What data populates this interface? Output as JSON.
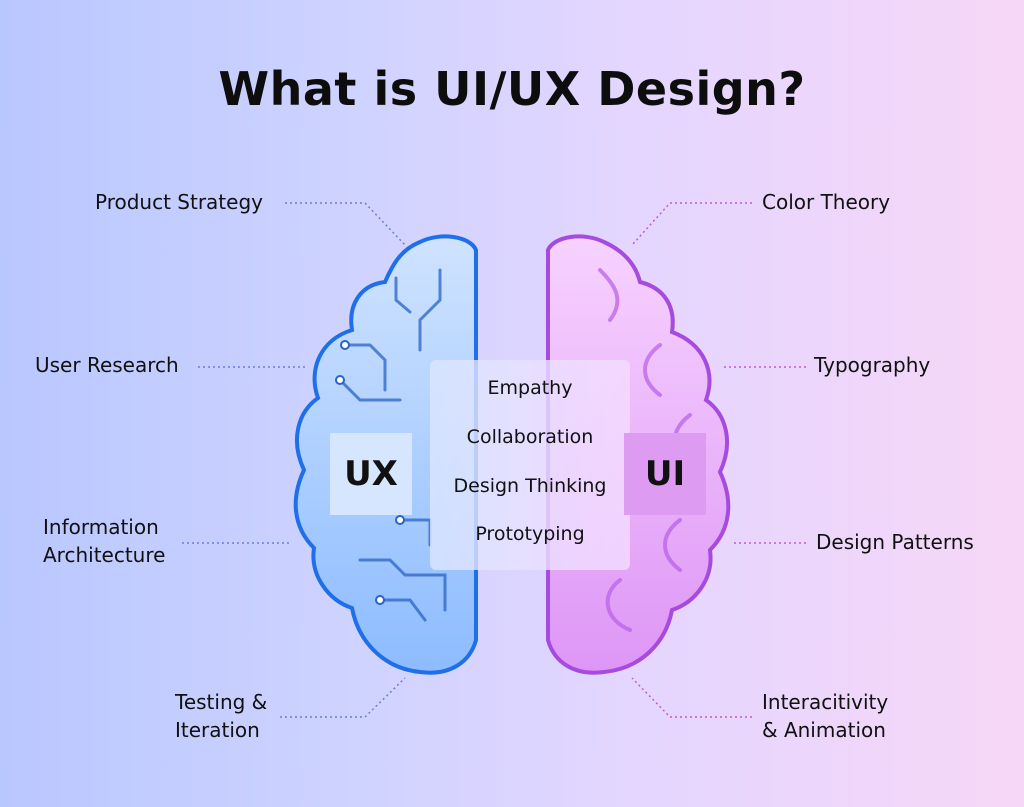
{
  "title": "What is UI/UX Design?",
  "ux_side": {
    "badge": "UX",
    "labels": [
      {
        "lines": [
          "Product Strategy"
        ]
      },
      {
        "lines": [
          "User Research"
        ]
      },
      {
        "lines": [
          "Information",
          "Architecture"
        ]
      },
      {
        "lines": [
          "Testing &",
          "Iteration"
        ]
      }
    ]
  },
  "ui_side": {
    "badge": "UI",
    "labels": [
      {
        "lines": [
          "Color Theory"
        ]
      },
      {
        "lines": [
          "Typography"
        ]
      },
      {
        "lines": [
          "Design Patterns"
        ]
      },
      {
        "lines": [
          "Interacitivity",
          "& Animation"
        ]
      }
    ]
  },
  "shared": [
    "Empathy",
    "Collaboration",
    "Design Thinking",
    "Prototyping"
  ],
  "colors": {
    "ux_brain": "#8fc0ff",
    "ux_outline": "#1f6fe8",
    "ui_brain": "#e9a6ff",
    "ui_outline": "#a64be0",
    "connector": "#6c7fd6"
  }
}
